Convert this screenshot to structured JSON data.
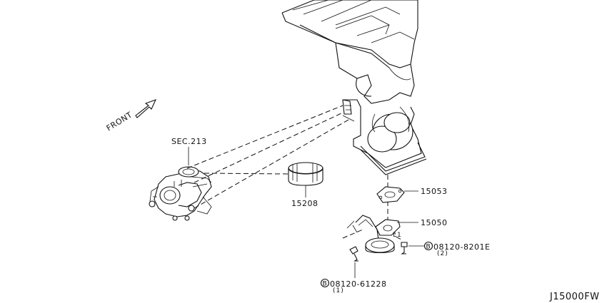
{
  "labels": {
    "front": "FRONT",
    "sec213": "SEC.213",
    "p15208": "15208",
    "p15053": "15053",
    "p15050": "15050",
    "bolt_8201e": "08120-8201E",
    "bolt_8201e_qty": "(2)",
    "bolt_61228": "08120-61228",
    "bolt_61228_qty": "(1)",
    "bolt_prefix": "B",
    "l1": "L1",
    "diagram_id": "J15000FW"
  }
}
